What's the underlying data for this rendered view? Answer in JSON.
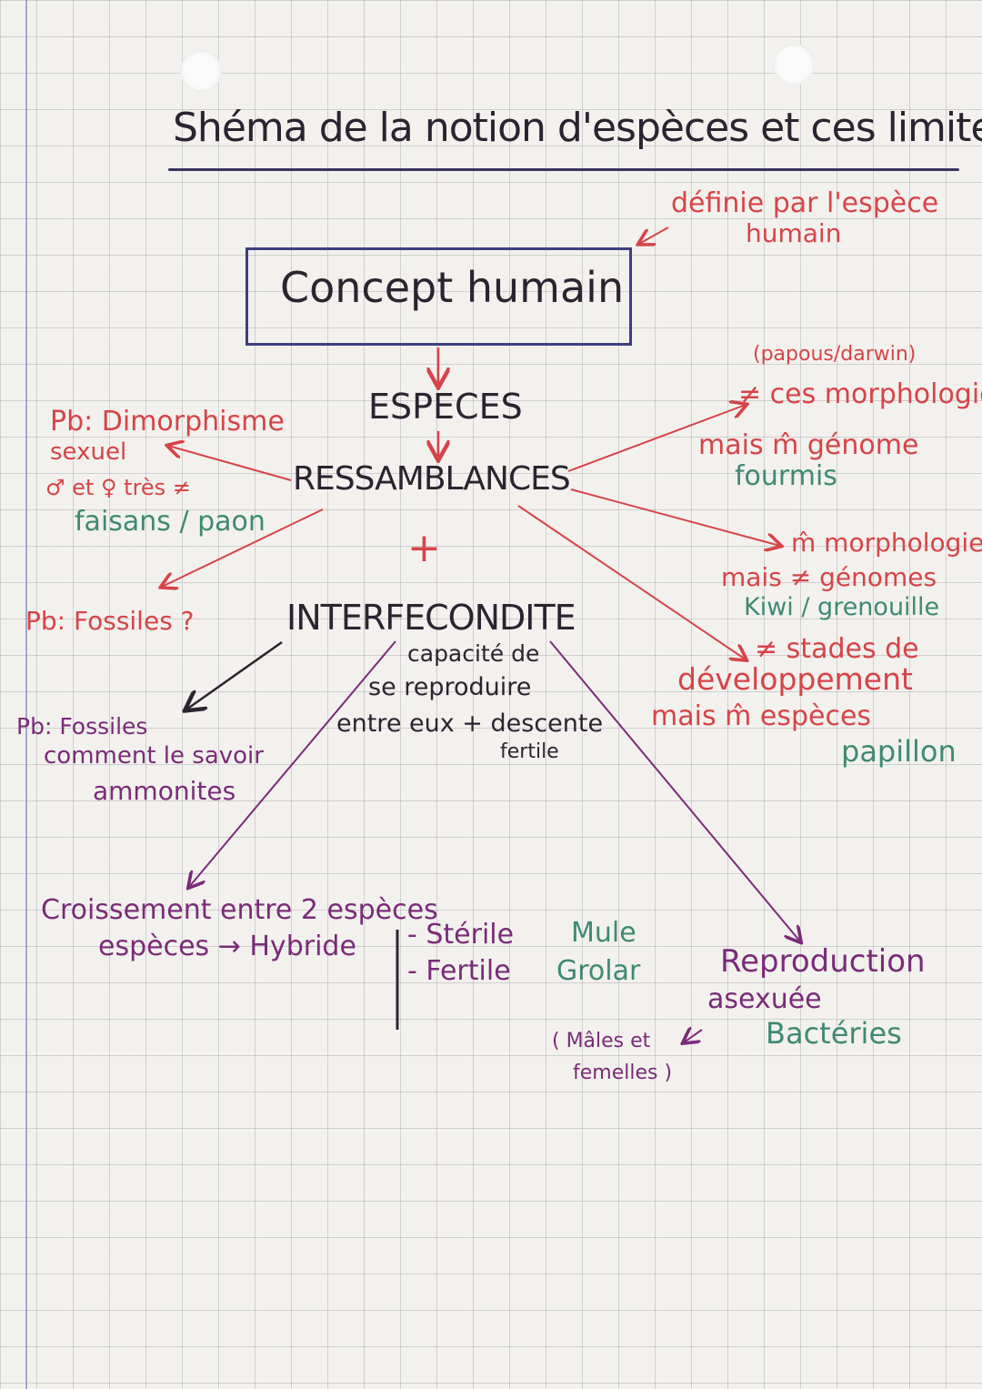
{
  "title": "Shéma de la notion d'espèces et ces limites",
  "annotation_top": [
    "définie par l'espèce",
    "humain"
  ],
  "concept_box": "Concept humain",
  "center": {
    "especes": "ESPECES",
    "ressemblances": "RESSAMBLANCES",
    "plus": "+",
    "interfecondite": "INTERFECONDITE",
    "definition": [
      "capacité de",
      "se reproduire",
      "entre eux + descente",
      "fertile"
    ]
  },
  "left_problems": {
    "dimorphisme": [
      "Pb: Dimorphisme",
      "sexuel",
      "♂ et ♀ très ≠"
    ],
    "dimorphisme_example": "faisans / paon",
    "fossiles_1": "Pb: Fossiles ?",
    "fossiles_2": [
      "Pb: Fossiles",
      "comment le savoir"
    ],
    "fossiles_2_example": "ammonites"
  },
  "right_cases": {
    "case1": [
      "(papous/darwin)",
      "≠ ces morphologie",
      "mais m̂ génome"
    ],
    "case1_example": "fourmis",
    "case2": [
      "m̂ morphologie",
      "mais ≠ génomes"
    ],
    "case2_example": "Kiwi / grenouille",
    "case3": [
      "≠ stades de",
      "développement",
      "mais m̂ espèces"
    ],
    "case3_example": "papillon"
  },
  "bottom": {
    "croisement": [
      "Croissement entre 2 espèces",
      "espèces → Hybride"
    ],
    "sterile_label": "- Stérile",
    "sterile_example": "Mule",
    "fertile_label": "- Fertile",
    "fertile_example": "Grolar",
    "note": [
      "( Mâles et",
      "femelles )"
    ],
    "reproduction": [
      "Reproduction",
      "asexuée"
    ],
    "reproduction_example": "Bactéries"
  },
  "colors": {
    "ink_dark": "#2b2430",
    "ink_red": "#d64448",
    "ink_green": "#3e8a73",
    "ink_purple": "#7a2b78",
    "box_border": "#3d3f7e"
  }
}
